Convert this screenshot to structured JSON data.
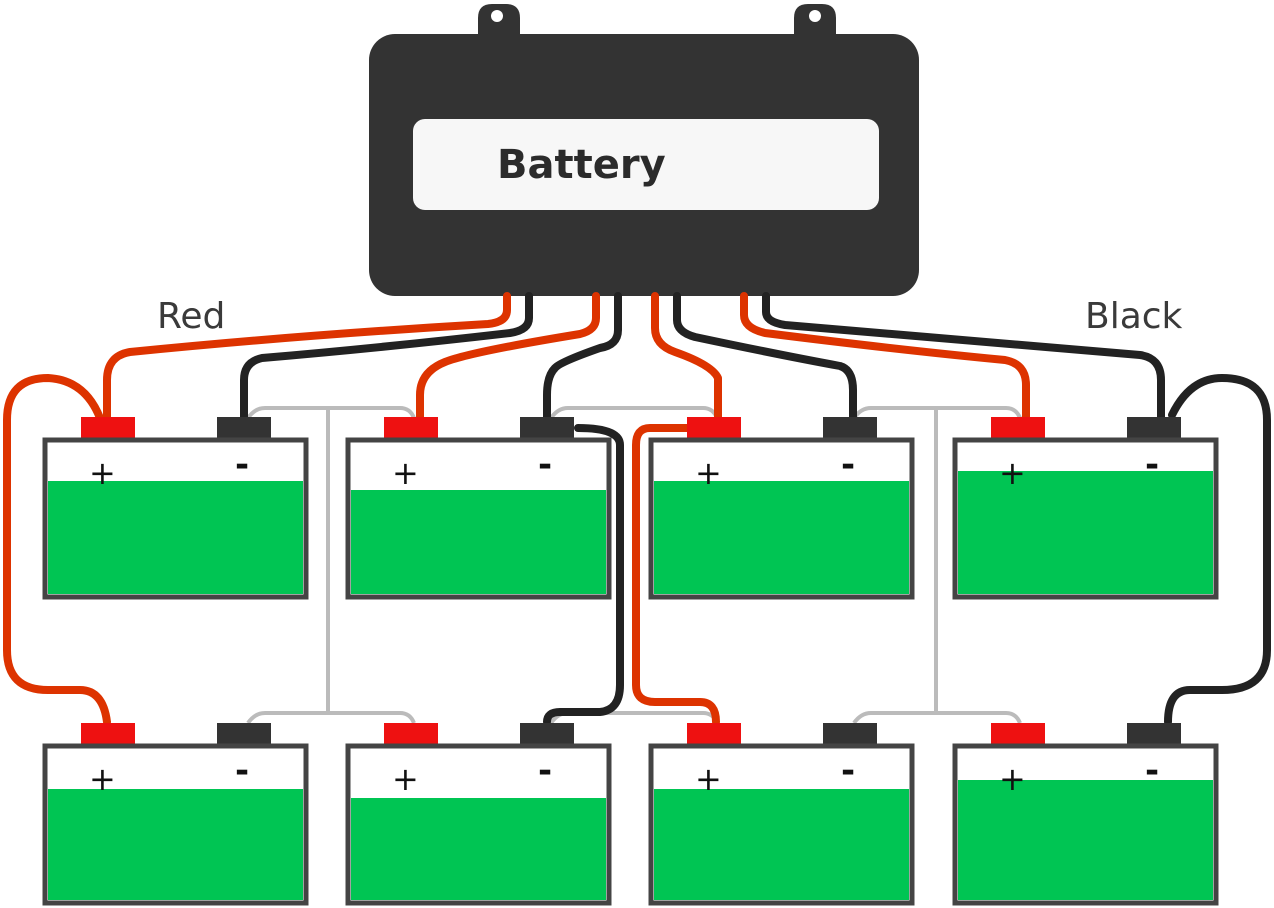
{
  "diagram": {
    "main_label": "Battery",
    "red_label": "Red",
    "black_label": "Black",
    "positive_symbol": "+",
    "negative_symbol": "-"
  },
  "colors": {
    "main_box": "#333333",
    "label_panel": "#f7f7f7",
    "red_wire": "#dd3300",
    "black_wire": "#222222",
    "link_wire": "#bbbbbb",
    "cell_fill": "#00c553",
    "cell_border": "#444444",
    "positive_terminal": "#ee1111",
    "negative_terminal": "#333333"
  },
  "cells": [
    {
      "row": 1,
      "col": 1
    },
    {
      "row": 1,
      "col": 2
    },
    {
      "row": 1,
      "col": 3
    },
    {
      "row": 1,
      "col": 4
    },
    {
      "row": 2,
      "col": 1
    },
    {
      "row": 2,
      "col": 2
    },
    {
      "row": 2,
      "col": 3
    },
    {
      "row": 2,
      "col": 4
    }
  ]
}
